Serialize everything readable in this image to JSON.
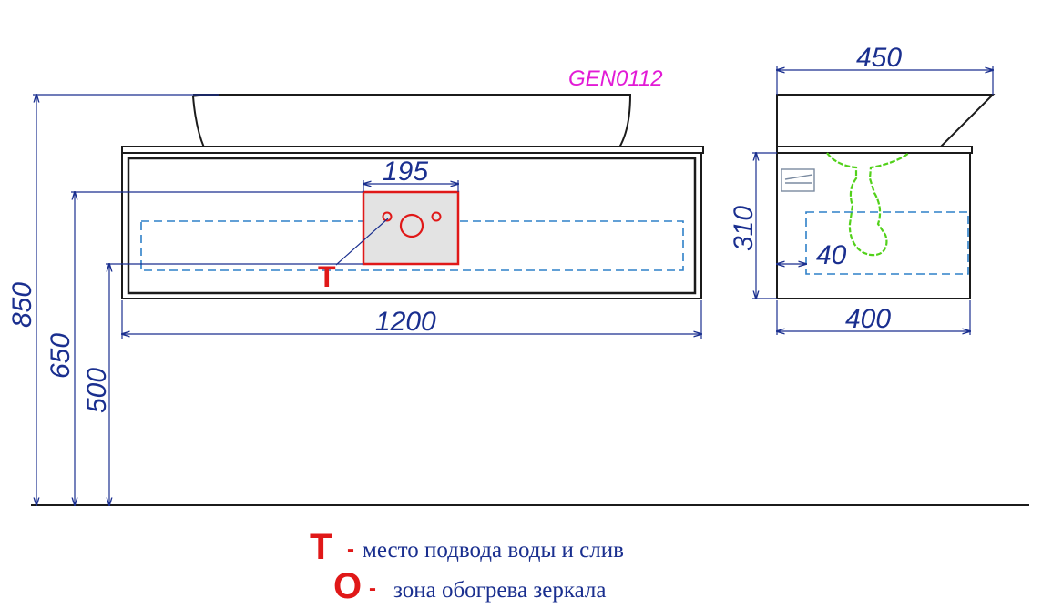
{
  "product_code": "GEN0112",
  "dimensions": {
    "total_width": "1200",
    "overall_height": "850",
    "height_650": "650",
    "height_500": "500",
    "hole_zone_width": "195",
    "depth_top": "450",
    "depth_cabinet": "400",
    "cabinet_height": "310",
    "inset": "40"
  },
  "legend": {
    "t_symbol": "T",
    "t_dash": "-",
    "t_text": "место подвода воды и слив",
    "o_symbol": "O",
    "o_dash": "-",
    "o_text": "зона обогрева зеркала"
  },
  "marker_t": "T",
  "colors": {
    "dimension": "#1a2f8f",
    "marker": "#e01818",
    "code": "#e21bd6",
    "siphon": "#52d11a",
    "dashed_zone": "#2f80c8",
    "outline": "#1b1b1b"
  }
}
